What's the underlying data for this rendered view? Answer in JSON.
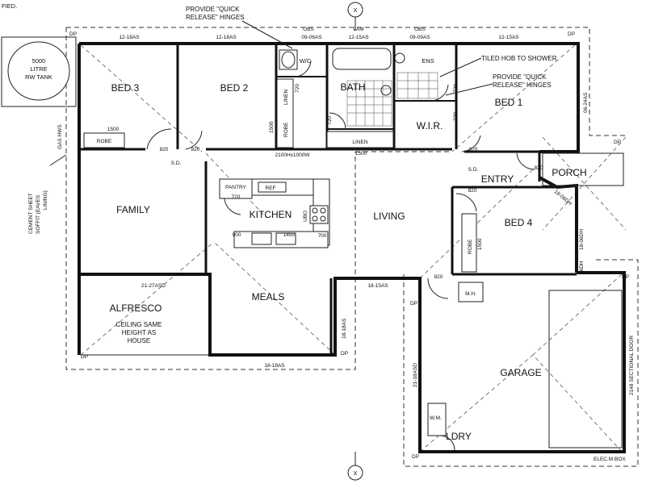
{
  "top_note": "FIED.",
  "north_arrow_top": "X",
  "north_arrow_bottom": "X",
  "tank_label_1": "5000",
  "tank_label_2": "LITRE",
  "tank_label_3": "RW TANK",
  "rooms": {
    "bed3": "BED 3",
    "bed2": "BED 2",
    "wc": "W/C",
    "bath": "BATH",
    "ens": "ENS",
    "wir": "W.I.R.",
    "bed1": "BED 1",
    "family": "FAMILY",
    "kitchen": "KITCHEN",
    "living": "LIVING",
    "entry": "ENTRY",
    "porch": "PORCH",
    "bed4": "BED 4",
    "alfresco": "ALFRESCO",
    "meals": "MEALS",
    "garage": "GARAGE",
    "ldry": "LDRY",
    "pantry": "PANTRY",
    "mh": "M.H."
  },
  "notes": {
    "hinges_1_l1": "PROVIDE \"QUICK",
    "hinges_1_l2": "RELEASE\" HINGES",
    "tiled_hob": "TILED HOB TO SHOWER",
    "hinges_2_l1": "PROVIDE \"QUICK",
    "hinges_2_l2": "RELEASE\" HINGES",
    "ceiling_l1": "CEILING SAME",
    "ceiling_l2": "HEIGHT AS",
    "ceiling_l3": "HOUSE",
    "soffit_l1": "CEMENT SHEET",
    "soffit_l2": "SOFFIT (EAVES",
    "soffit_l3": "LINING)",
    "gas_hws": "GAS HWS",
    "sectional_door": "2148 SECTIONAL DOOR",
    "elec_box": "ELEC.M.BOX",
    "wm": "W.M."
  },
  "windows": {
    "w_bed3": "12-18AS",
    "w_bed2": "12-18AS",
    "w_wc": "09-06AS",
    "w_bath": "12-15AS",
    "w_ens": "09-09AS",
    "w_bed1": "12-15AS",
    "w_bed1_side": "06-24AS",
    "w_alfresco": "21-27ASD",
    "w_meals_bottom": "18-18AS",
    "w_meals_side": "18-18AS",
    "w_living": "18-15AS",
    "w_garage_side": "21-18ASD",
    "w_bed4_a": "18-06DH",
    "w_bed4_b": "18-06DH",
    "w_bed4_c": "06DH",
    "linen_window": "2100Hx1000W",
    "obs_1": "OBS",
    "obs_2": "OBS",
    "lam": "LAM"
  },
  "dims": {
    "d820_a": "820",
    "d820_b": "820",
    "d820_c": "820",
    "d820_d": "820",
    "d820_e": "820",
    "d820_f": "820",
    "d720_a": "720",
    "d720_b": "720",
    "d720_c": "720",
    "d720_d": "720",
    "d720_e": "720",
    "d1500_a": "1500",
    "d1500_b": "1500",
    "d1500_c": "1500",
    "d1500_d": "1500",
    "d900": "900",
    "d1450": "1450",
    "d700": "700"
  },
  "labels": {
    "linen_1": "LINEN",
    "linen_2": "LINEN",
    "robe_1": "ROBE",
    "robe_2": "ROBE",
    "robe_3": "ROBE",
    "ref": "REF",
    "ubo": "UBO",
    "sd_1": "S.D.",
    "sd_2": "S.D.",
    "dp_1": "DP",
    "dp_2": "DP",
    "dp_3": "DP",
    "dp_4": "DP",
    "dp_5": "DP",
    "dp_6": "DP",
    "dp_7": "DP",
    "dp_8": "DP"
  }
}
